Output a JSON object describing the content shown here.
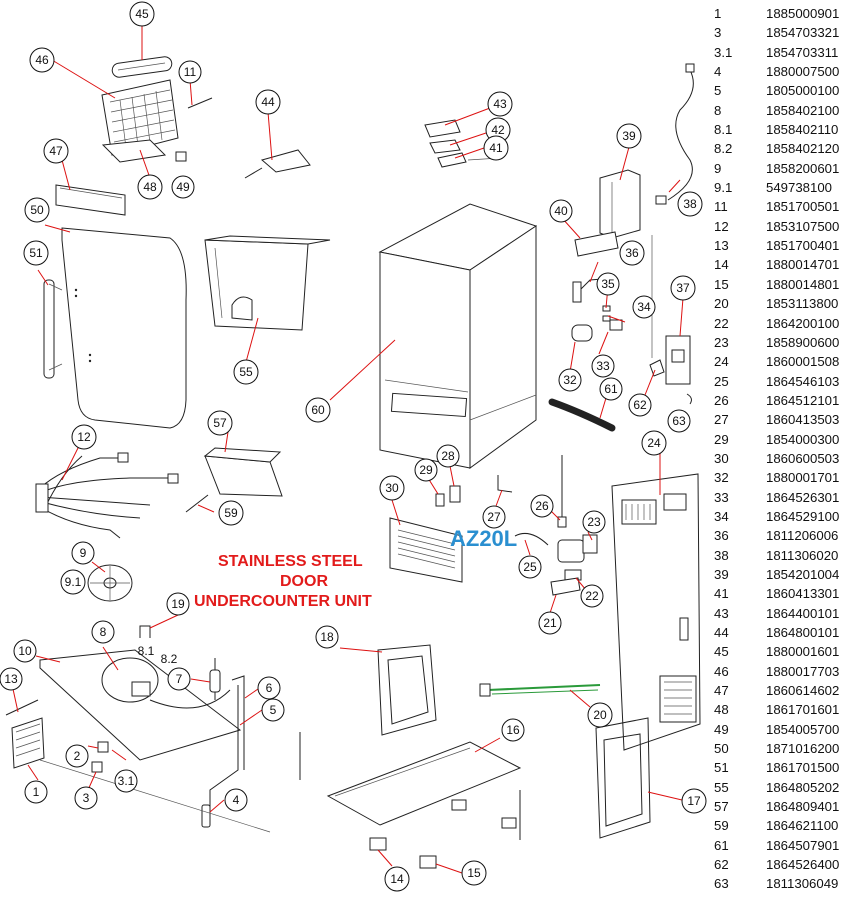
{
  "title": {
    "model": "AZ20L",
    "line1": "STAINLESS STEEL",
    "line2": "DOOR",
    "line3": "UNDERCOUNTER UNIT"
  },
  "colors": {
    "model": "#2a8fd0",
    "subtitle": "#e21b1b",
    "leader": "#d11111"
  },
  "parts_list": [
    {
      "no": "1",
      "code": "1885000901"
    },
    {
      "no": "3",
      "code": "1854703321"
    },
    {
      "no": "3.1",
      "code": "1854703311"
    },
    {
      "no": "4",
      "code": "1880007500"
    },
    {
      "no": "5",
      "code": "1805000100"
    },
    {
      "no": "8",
      "code": "1858402100"
    },
    {
      "no": "8.1",
      "code": "1858402110"
    },
    {
      "no": "8.2",
      "code": "1858402120"
    },
    {
      "no": "9",
      "code": "1858200601"
    },
    {
      "no": "9.1",
      "code": "549738100"
    },
    {
      "no": "11",
      "code": "1851700501"
    },
    {
      "no": "12",
      "code": "1853107500"
    },
    {
      "no": "13",
      "code": "1851700401"
    },
    {
      "no": "14",
      "code": "1880014701"
    },
    {
      "no": "15",
      "code": "1880014801"
    },
    {
      "no": "20",
      "code": "1853113800"
    },
    {
      "no": "22",
      "code": "1864200100"
    },
    {
      "no": "23",
      "code": "1858900600"
    },
    {
      "no": "24",
      "code": "1860001508"
    },
    {
      "no": "25",
      "code": "1864546103"
    },
    {
      "no": "26",
      "code": "1864512101"
    },
    {
      "no": "27",
      "code": "1860413503"
    },
    {
      "no": "29",
      "code": "1854000300"
    },
    {
      "no": "30",
      "code": "1860600503"
    },
    {
      "no": "32",
      "code": "1880001701"
    },
    {
      "no": "33",
      "code": "1864526301"
    },
    {
      "no": "34",
      "code": "1864529100"
    },
    {
      "no": "36",
      "code": "1811206006"
    },
    {
      "no": "38",
      "code": "1811306020"
    },
    {
      "no": "39",
      "code": "1854201004"
    },
    {
      "no": "41",
      "code": "1860413301"
    },
    {
      "no": "43",
      "code": "1864400101"
    },
    {
      "no": "44",
      "code": "1864800101"
    },
    {
      "no": "45",
      "code": "1880001601"
    },
    {
      "no": "46",
      "code": "1880017703"
    },
    {
      "no": "47",
      "code": "1860614602"
    },
    {
      "no": "48",
      "code": "1861701601"
    },
    {
      "no": "49",
      "code": "1854005700"
    },
    {
      "no": "50",
      "code": "1871016200"
    },
    {
      "no": "51",
      "code": "1861701500"
    },
    {
      "no": "55",
      "code": "1864805202"
    },
    {
      "no": "57",
      "code": "1864809401"
    },
    {
      "no": "59",
      "code": "1864621100"
    },
    {
      "no": "61",
      "code": "1864507901"
    },
    {
      "no": "62",
      "code": "1864526400"
    },
    {
      "no": "63",
      "code": "1811306049"
    }
  ],
  "callouts": [
    "45",
    "46",
    "11",
    "44",
    "43",
    "42",
    "41",
    "39",
    "47",
    "48",
    "49",
    "40",
    "38",
    "36",
    "35",
    "37",
    "34",
    "50",
    "55",
    "33",
    "51",
    "60",
    "32",
    "61",
    "62",
    "63",
    "24",
    "12",
    "57",
    "29",
    "28",
    "30",
    "27",
    "26",
    "23",
    "59",
    "25",
    "22",
    "21",
    "9",
    "9.1",
    "19",
    "8",
    "8.1",
    "8.2",
    "10",
    "18",
    "7",
    "13",
    "6",
    "16",
    "20",
    "5",
    "2",
    "3.1",
    "3",
    "1",
    "4",
    "17",
    "14",
    "15"
  ]
}
